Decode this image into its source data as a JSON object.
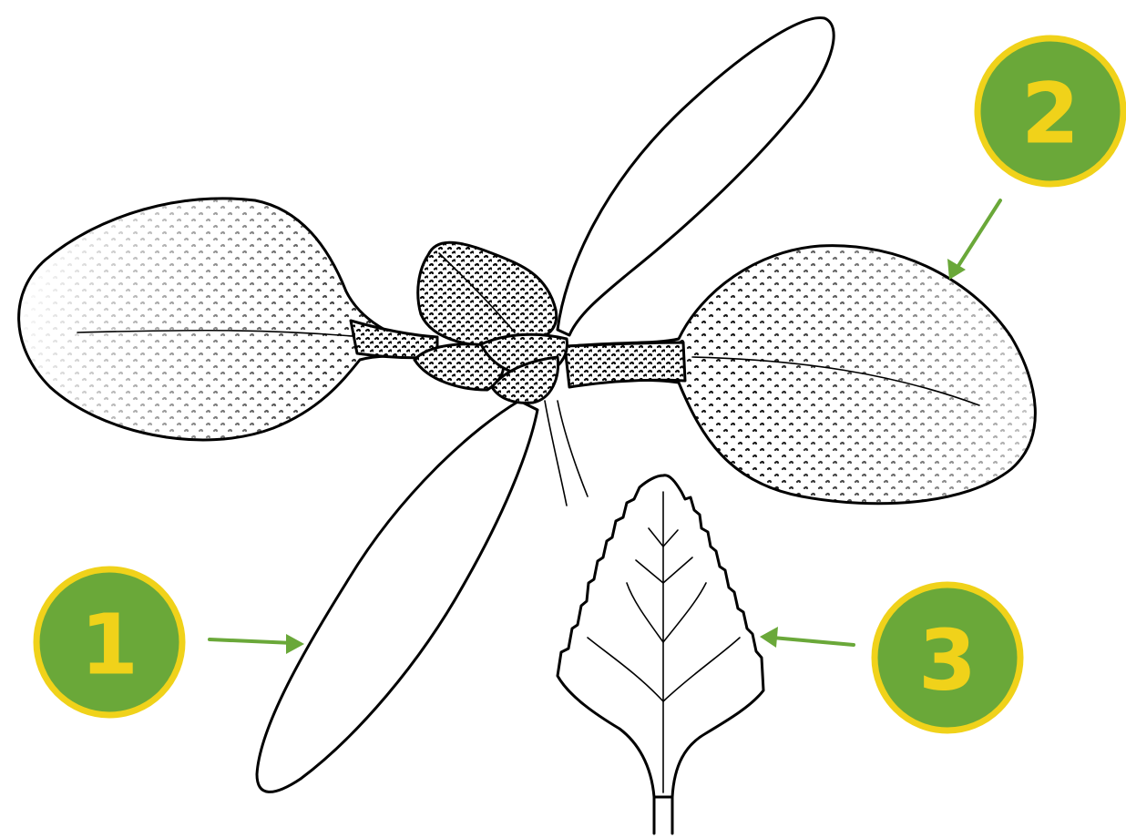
{
  "colors": {
    "badge_fill": "#6aa839",
    "badge_ring": "#f0d21a",
    "badge_text": "#f0d21a",
    "arrow": "#6aa839",
    "line_art": "#000000",
    "background": "#ffffff"
  },
  "labels": [
    {
      "id": "1",
      "text": "1"
    },
    {
      "id": "2",
      "text": "2"
    },
    {
      "id": "3",
      "text": "3"
    }
  ]
}
